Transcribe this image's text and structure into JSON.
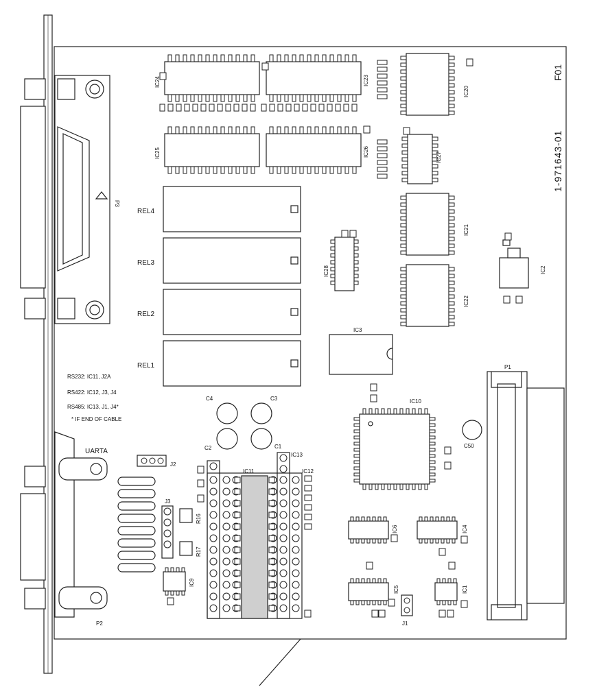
{
  "board_code": "F01",
  "part_number": "1-971643-01",
  "ic_labels": {
    "ic24": "IC24",
    "ic23": "IC23",
    "ic25": "IC25",
    "ic26": "IC26",
    "ic20": "IC20",
    "ic27": "IC27",
    "ic21": "IC21",
    "ic22": "IC22",
    "ic28": "IC28",
    "ic2": "IC2",
    "ic3": "IC3",
    "ic10": "IC10",
    "ic11": "IC11",
    "ic12": "IC12",
    "ic13": "IC13",
    "ic6": "IC6",
    "ic4": "IC4",
    "ic5": "IC5",
    "ic1": "IC1",
    "ic9": "IC9"
  },
  "relay_labels": [
    "REL4",
    "REL3",
    "REL2",
    "REL1"
  ],
  "connectors": {
    "p1": "P1",
    "p2": "P2",
    "p3": "P3",
    "uarta": "UARTA"
  },
  "jumpers": {
    "j1": "J1",
    "j2": "J2",
    "j3": "J3"
  },
  "capacitors": {
    "c1": "C1",
    "c2": "C2",
    "c3": "C3",
    "c4": "C4",
    "c50": "C50"
  },
  "resistors": {
    "r16": "R16",
    "r17": "R17"
  },
  "config_notes": [
    "RS232: IC11, J2A",
    "RS422: IC12, J3, J4",
    "RS485: IC13, J1, J4*",
    "* IF END OF CABLE"
  ]
}
